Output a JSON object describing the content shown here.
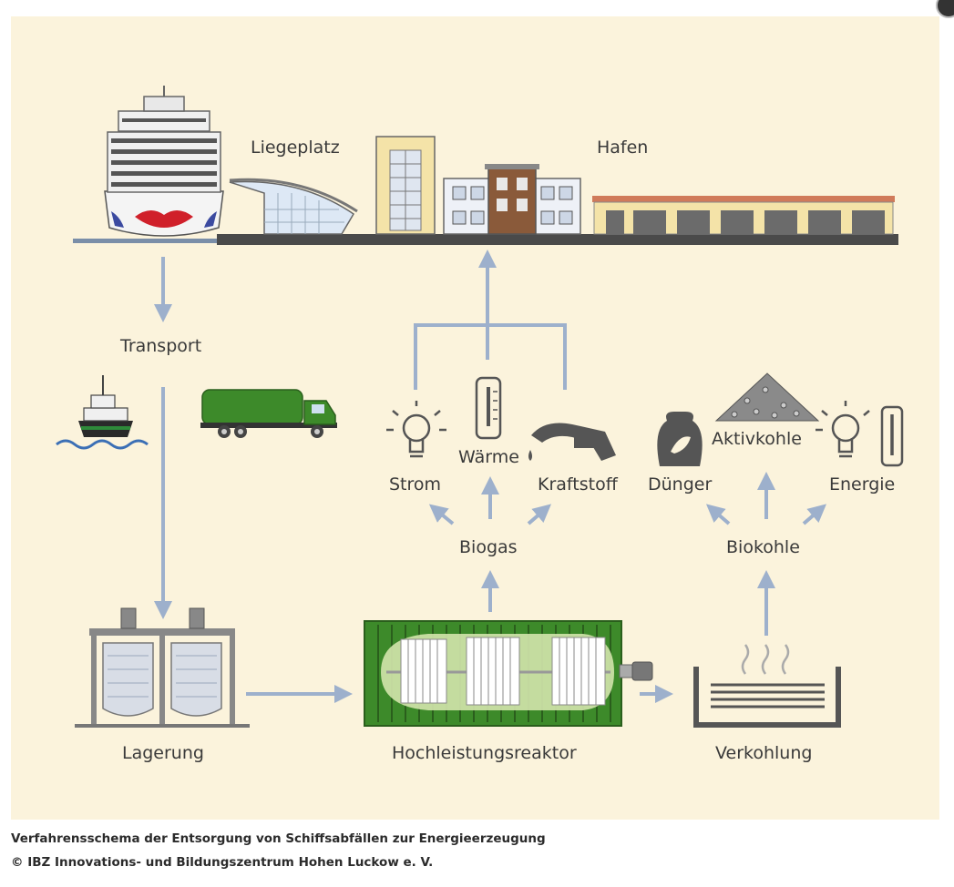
{
  "diagram": {
    "labels": {
      "liegeplatz": "Liegeplatz",
      "hafen": "Hafen",
      "transport": "Transport",
      "strom": "Strom",
      "waerme": "Wärme",
      "kraftstoff": "Kraftstoff",
      "biogas": "Biogas",
      "duenger": "Dünger",
      "aktivkohle": "Aktivkohle",
      "energie": "Energie",
      "biokohle": "Biokohle",
      "lagerung": "Lagerung",
      "reaktor": "Hochleistungsreaktor",
      "verkohlung": "Verkohlung"
    }
  },
  "caption": {
    "title": "Verfahrensschema der Entsorgung von Schiffsabfällen zur Energieerzeugung",
    "credit": "© IBZ Innovations- und Bildungszentrum Hohen Luckow e. V."
  },
  "colors": {
    "background": "#fbf3dc",
    "arrow": "#9db0cc",
    "container": "#3d8a2a",
    "text": "#3a3a3a"
  }
}
